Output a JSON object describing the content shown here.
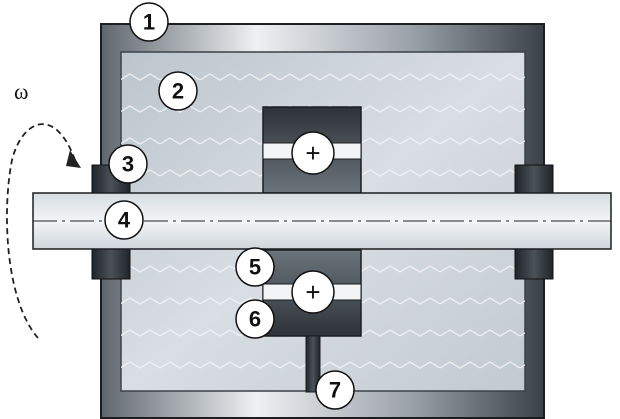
{
  "diagram": {
    "rotation_symbol": "ω",
    "callouts": [
      "1",
      "2",
      "3",
      "4",
      "5",
      "6",
      "7"
    ],
    "plus_symbols": [
      "+",
      "+"
    ]
  },
  "colors": {
    "housing_dark": "#3c434a",
    "housing_light": "#e6e9ec",
    "fluid": "#c4ccd3",
    "shaft": "#e8ecef",
    "seal": "#2b3135",
    "outline": "#1b1e21"
  }
}
